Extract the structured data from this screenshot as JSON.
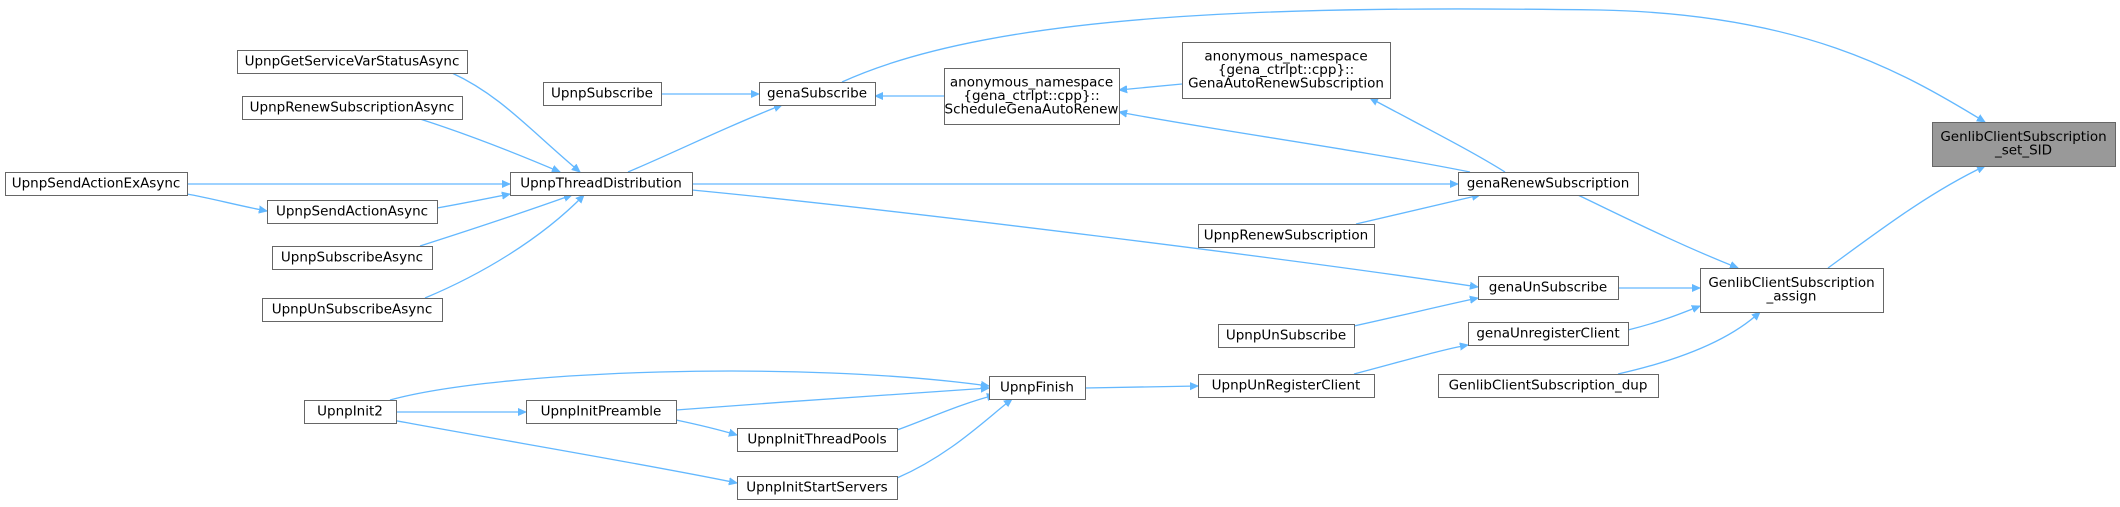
{
  "graph": {
    "title": "",
    "colors": {
      "edge": "#63b8ff",
      "node_border": "#666666",
      "node_fill": "#ffffff",
      "highlight_fill": "#999999",
      "text": "#000000"
    },
    "nodes": [
      {
        "id": "set_sid",
        "lines": [
          "GenlibClientSubscription",
          "_set_SID"
        ],
        "highlighted": true
      },
      {
        "id": "assign",
        "lines": [
          "GenlibClientSubscription",
          "_assign"
        ]
      },
      {
        "id": "genaSubscribe",
        "lines": [
          "genaSubscribe"
        ]
      },
      {
        "id": "genaRenewSubscription",
        "lines": [
          "genaRenewSubscription"
        ]
      },
      {
        "id": "genaUnSubscribe",
        "lines": [
          "genaUnSubscribe"
        ]
      },
      {
        "id": "genaUnregisterClient",
        "lines": [
          "genaUnregisterClient"
        ]
      },
      {
        "id": "GenlibClientSubscription_dup",
        "lines": [
          "GenlibClientSubscription_dup"
        ]
      },
      {
        "id": "UpnpSubscribe",
        "lines": [
          "UpnpSubscribe"
        ]
      },
      {
        "id": "UpnpThreadDistribution",
        "lines": [
          "UpnpThreadDistribution"
        ]
      },
      {
        "id": "UpnpGetServiceVarStatusAsync",
        "lines": [
          "UpnpGetServiceVarStatusAsync"
        ]
      },
      {
        "id": "UpnpRenewSubscriptionAsync",
        "lines": [
          "UpnpRenewSubscriptionAsync"
        ]
      },
      {
        "id": "UpnpSendActionExAsync",
        "lines": [
          "UpnpSendActionExAsync"
        ]
      },
      {
        "id": "UpnpSendActionAsync",
        "lines": [
          "UpnpSendActionAsync"
        ]
      },
      {
        "id": "UpnpSubscribeAsync",
        "lines": [
          "UpnpSubscribeAsync"
        ]
      },
      {
        "id": "UpnpUnSubscribeAsync",
        "lines": [
          "UpnpUnSubscribeAsync"
        ]
      },
      {
        "id": "ScheduleGenaAutoRenew",
        "lines": [
          "anonymous_namespace",
          "{gena_ctrlpt::cpp}::",
          "ScheduleGenaAutoRenew"
        ]
      },
      {
        "id": "GenaAutoRenewSubscription",
        "lines": [
          "anonymous_namespace",
          "{gena_ctrlpt::cpp}::",
          "GenaAutoRenewSubscription"
        ]
      },
      {
        "id": "UpnpRenewSubscription",
        "lines": [
          "UpnpRenewSubscription"
        ]
      },
      {
        "id": "UpnpUnSubscribe",
        "lines": [
          "UpnpUnSubscribe"
        ]
      },
      {
        "id": "UpnpUnRegisterClient",
        "lines": [
          "UpnpUnRegisterClient"
        ]
      },
      {
        "id": "UpnpFinish",
        "lines": [
          "UpnpFinish"
        ]
      },
      {
        "id": "UpnpInit2",
        "lines": [
          "UpnpInit2"
        ]
      },
      {
        "id": "UpnpInitPreamble",
        "lines": [
          "UpnpInitPreamble"
        ]
      },
      {
        "id": "UpnpInitThreadPools",
        "lines": [
          "UpnpInitThreadPools"
        ]
      },
      {
        "id": "UpnpInitStartServers",
        "lines": [
          "UpnpInitStartServers"
        ]
      }
    ],
    "edges": [
      {
        "from": "genaSubscribe",
        "to": "set_sid"
      },
      {
        "from": "assign",
        "to": "set_sid"
      },
      {
        "from": "genaRenewSubscription",
        "to": "assign"
      },
      {
        "from": "genaUnSubscribe",
        "to": "assign"
      },
      {
        "from": "genaUnregisterClient",
        "to": "assign"
      },
      {
        "from": "GenlibClientSubscription_dup",
        "to": "assign"
      },
      {
        "from": "UpnpSubscribe",
        "to": "genaSubscribe"
      },
      {
        "from": "UpnpThreadDistribution",
        "to": "genaSubscribe"
      },
      {
        "from": "ScheduleGenaAutoRenew",
        "to": "genaSubscribe"
      },
      {
        "from": "UpnpGetServiceVarStatusAsync",
        "to": "UpnpThreadDistribution"
      },
      {
        "from": "UpnpRenewSubscriptionAsync",
        "to": "UpnpThreadDistribution"
      },
      {
        "from": "UpnpSendActionExAsync",
        "to": "UpnpThreadDistribution"
      },
      {
        "from": "UpnpSendActionExAsync",
        "to": "UpnpSendActionAsync"
      },
      {
        "from": "UpnpSendActionAsync",
        "to": "UpnpThreadDistribution"
      },
      {
        "from": "UpnpSubscribeAsync",
        "to": "UpnpThreadDistribution"
      },
      {
        "from": "UpnpUnSubscribeAsync",
        "to": "UpnpThreadDistribution"
      },
      {
        "from": "GenaAutoRenewSubscription",
        "to": "ScheduleGenaAutoRenew"
      },
      {
        "from": "genaRenewSubscription",
        "to": "ScheduleGenaAutoRenew"
      },
      {
        "from": "genaRenewSubscription",
        "to": "GenaAutoRenewSubscription"
      },
      {
        "from": "UpnpThreadDistribution",
        "to": "genaRenewSubscription"
      },
      {
        "from": "UpnpRenewSubscription",
        "to": "genaRenewSubscription"
      },
      {
        "from": "UpnpThreadDistribution",
        "to": "genaUnSubscribe"
      },
      {
        "from": "UpnpUnSubscribe",
        "to": "genaUnSubscribe"
      },
      {
        "from": "UpnpUnRegisterClient",
        "to": "genaUnregisterClient"
      },
      {
        "from": "UpnpFinish",
        "to": "UpnpUnRegisterClient"
      },
      {
        "from": "UpnpInit2",
        "to": "UpnpFinish"
      },
      {
        "from": "UpnpInitPreamble",
        "to": "UpnpFinish"
      },
      {
        "from": "UpnpInitThreadPools",
        "to": "UpnpFinish"
      },
      {
        "from": "UpnpInitStartServers",
        "to": "UpnpFinish"
      },
      {
        "from": "UpnpInit2",
        "to": "UpnpInitPreamble"
      },
      {
        "from": "UpnpInit2",
        "to": "UpnpInitStartServers"
      },
      {
        "from": "UpnpInitPreamble",
        "to": "UpnpInitThreadPools"
      }
    ]
  }
}
